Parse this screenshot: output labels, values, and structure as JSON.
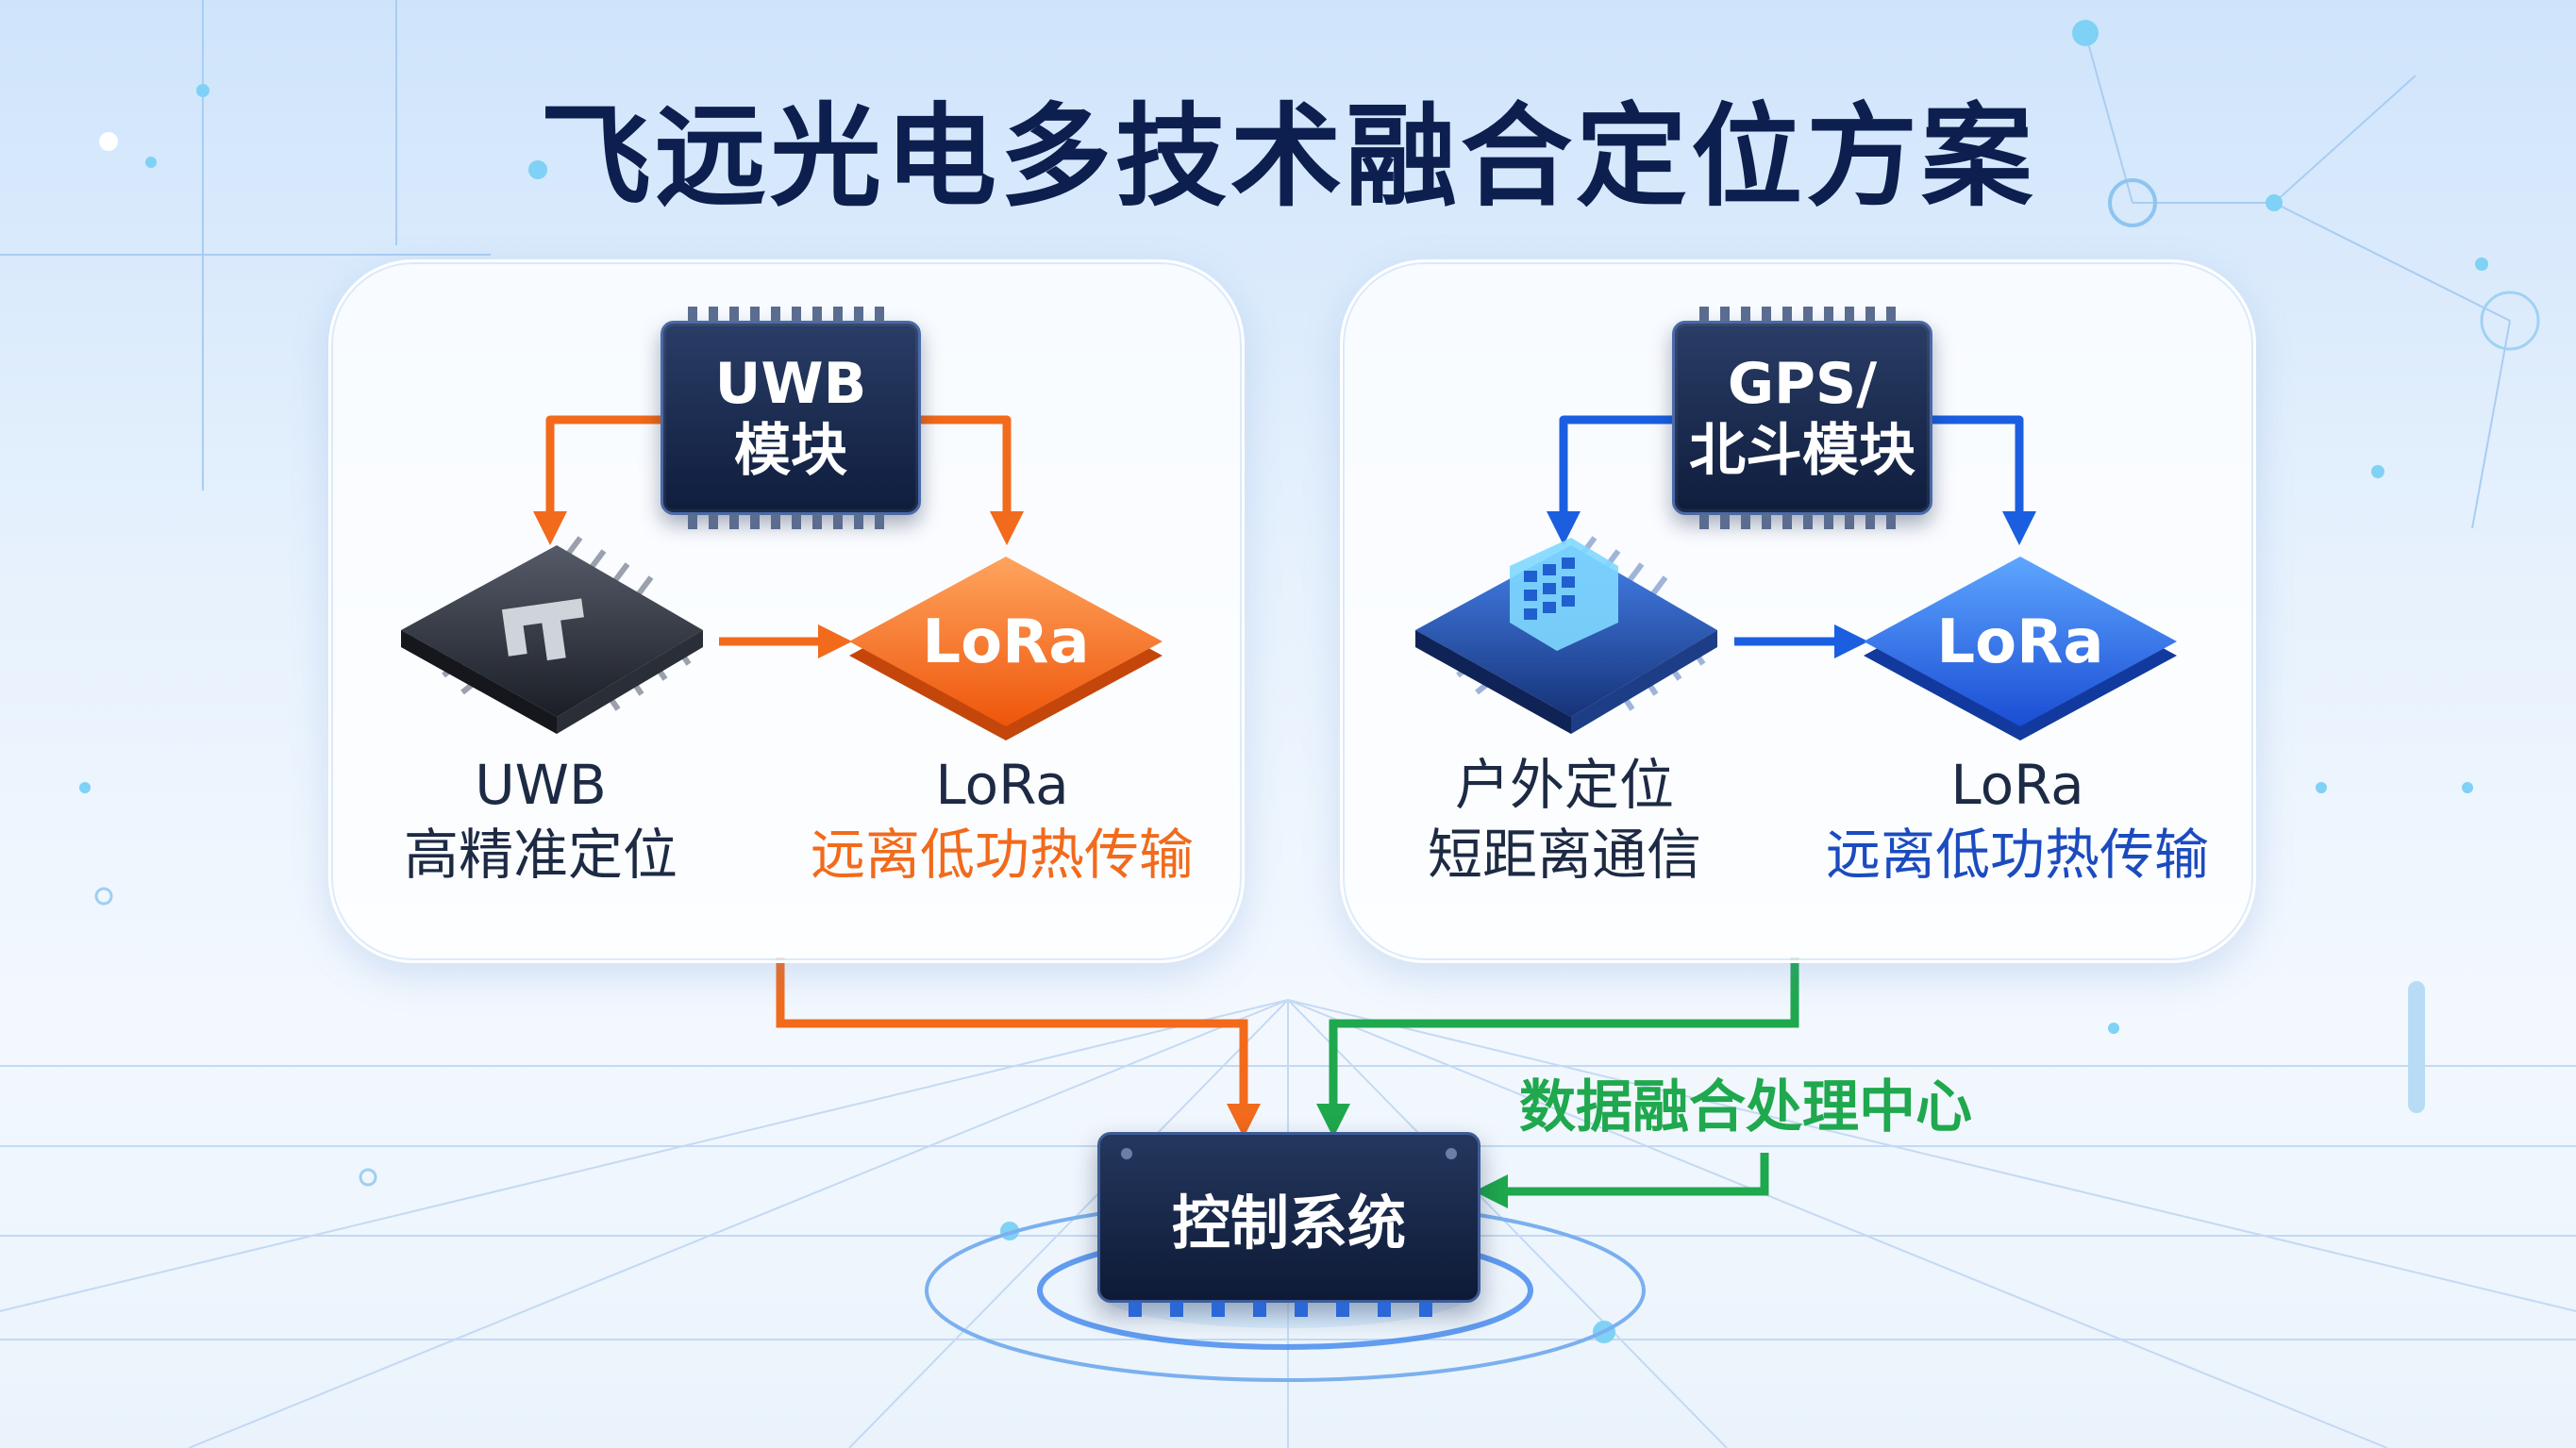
{
  "title": "飞远光电多技术融合定位方案",
  "colors": {
    "orange": "#f26a1b",
    "blue": "#1b5fe0",
    "green": "#1fa84e",
    "navy": "#0c1f4f"
  },
  "left_panel": {
    "module": {
      "line1": "UWB",
      "line2": "模块"
    },
    "chip_icon": "uwb-chip-icon",
    "lora_badge": "LoRa",
    "uwb_label": {
      "line1": "UWB",
      "line2": "高精准定位"
    },
    "lora_label": {
      "line1": "LoRa",
      "line2": "远离低功热传输"
    }
  },
  "right_panel": {
    "module": {
      "line1": "GPS/",
      "line2": "北斗模块"
    },
    "chip_icon": "gps-chip-icon",
    "lora_badge": "LoRa",
    "outdoor_label": {
      "line1": "户外定位",
      "line2": "短距离通信"
    },
    "lora_label": {
      "line1": "LoRa",
      "line2": "远离低功热传输"
    }
  },
  "fusion_center": "数据融合处理中心",
  "control_system": "控制系统"
}
